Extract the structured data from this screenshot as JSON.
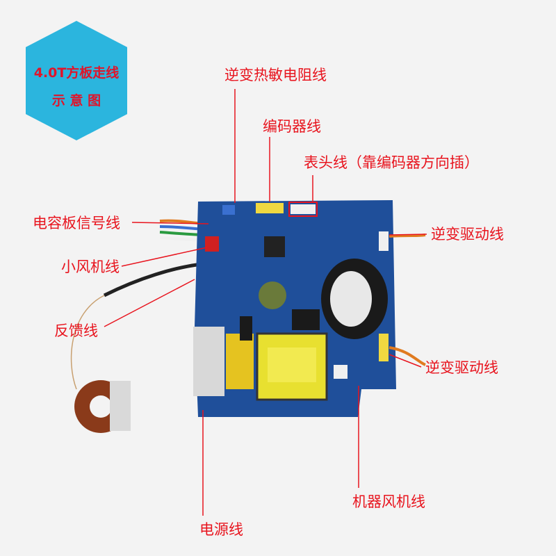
{
  "badge": {
    "line1": "4.0T方板走线",
    "line2": "示 意 图"
  },
  "labels": {
    "inverter_thermistor": "逆变热敏电阻线",
    "encoder": "编码器线",
    "meter": "表头线（靠编码器方向插）",
    "capacitor_signal": "电容板信号线",
    "small_fan": "小风机线",
    "feedback": "反馈线",
    "inverter_drive_1": "逆变驱动线",
    "inverter_drive_2": "逆变驱动线",
    "machine_fan": "机器风机线",
    "power": "电源线"
  },
  "colors": {
    "accent": "#e8141e",
    "badge": "#2bb5de",
    "pcb": "#1f4f9a"
  }
}
